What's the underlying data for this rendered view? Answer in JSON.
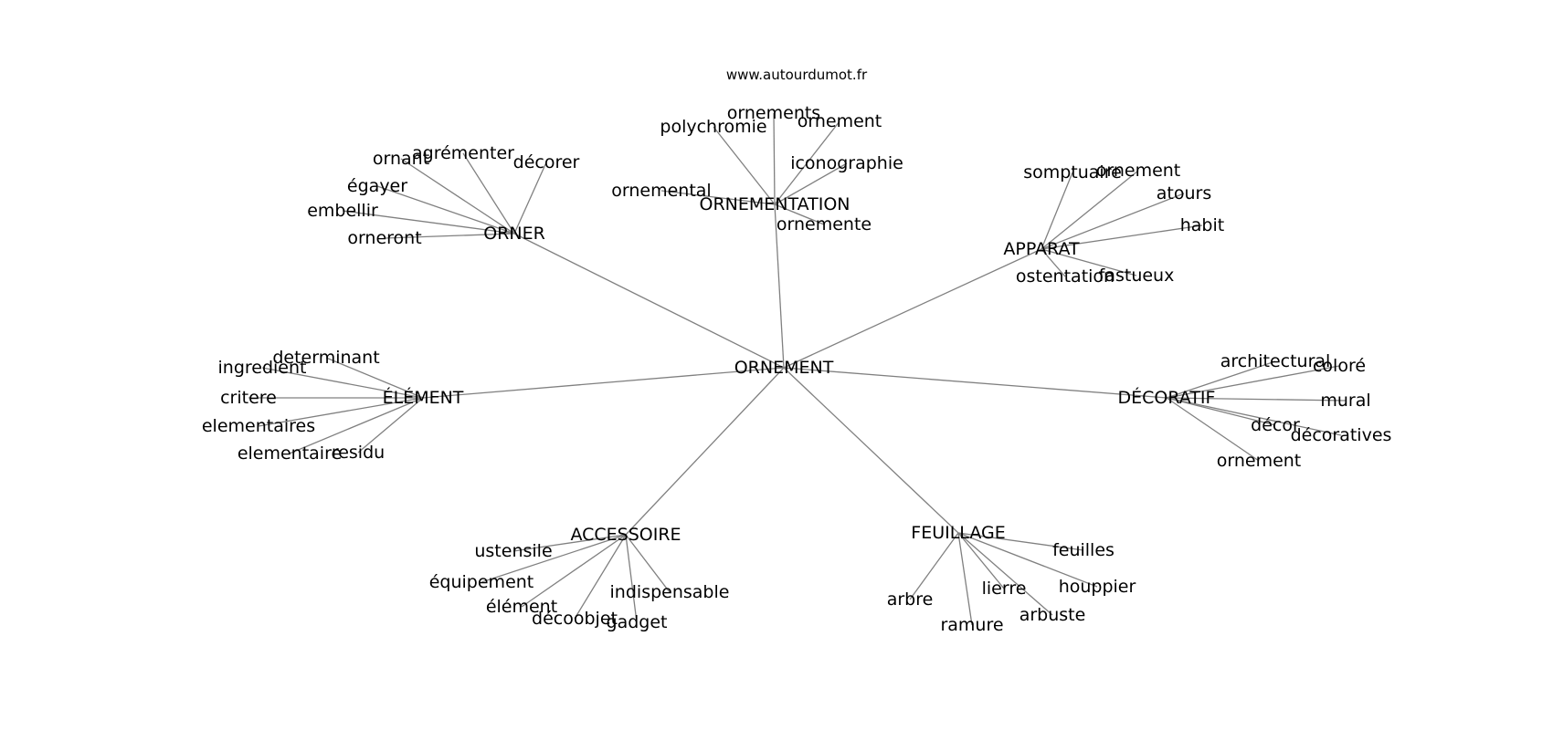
{
  "site": "www.autourdumot.fr",
  "center": "ORNEMENT",
  "hubs": [
    {
      "id": "orner",
      "label": "ORNER",
      "leaves": [
        "ornant",
        "agrémenter",
        "décorer",
        "égayer",
        "embellir",
        "orneront"
      ]
    },
    {
      "id": "ornementation",
      "label": "ORNEMENTATION",
      "leaves": [
        "polychromie",
        "ornements",
        "ornement",
        "iconographie",
        "ornemental",
        "ornemente"
      ]
    },
    {
      "id": "apparat",
      "label": "APPARAT",
      "leaves": [
        "somptuaire",
        "ornement",
        "atours",
        "habit",
        "ostentation",
        "fastueux"
      ]
    },
    {
      "id": "element",
      "label": "ÉLÉMENT",
      "leaves": [
        "determinant",
        "ingredient",
        "critere",
        "elementaires",
        "elementaire",
        "residu"
      ]
    },
    {
      "id": "decoratif",
      "label": "DÉCORATIF",
      "leaves": [
        "architectural",
        "coloré",
        "mural",
        "décor",
        "décoratives",
        "ornement"
      ]
    },
    {
      "id": "accessoire",
      "label": "ACCESSOIRE",
      "leaves": [
        "ustensile",
        "équipement",
        "élément",
        "décoobjet",
        "gadget",
        "indispensable"
      ]
    },
    {
      "id": "feuillage",
      "label": "FEUILLAGE",
      "leaves": [
        "feuilles",
        "houppier",
        "arbuste",
        "lierre",
        "ramure",
        "arbre"
      ]
    }
  ]
}
